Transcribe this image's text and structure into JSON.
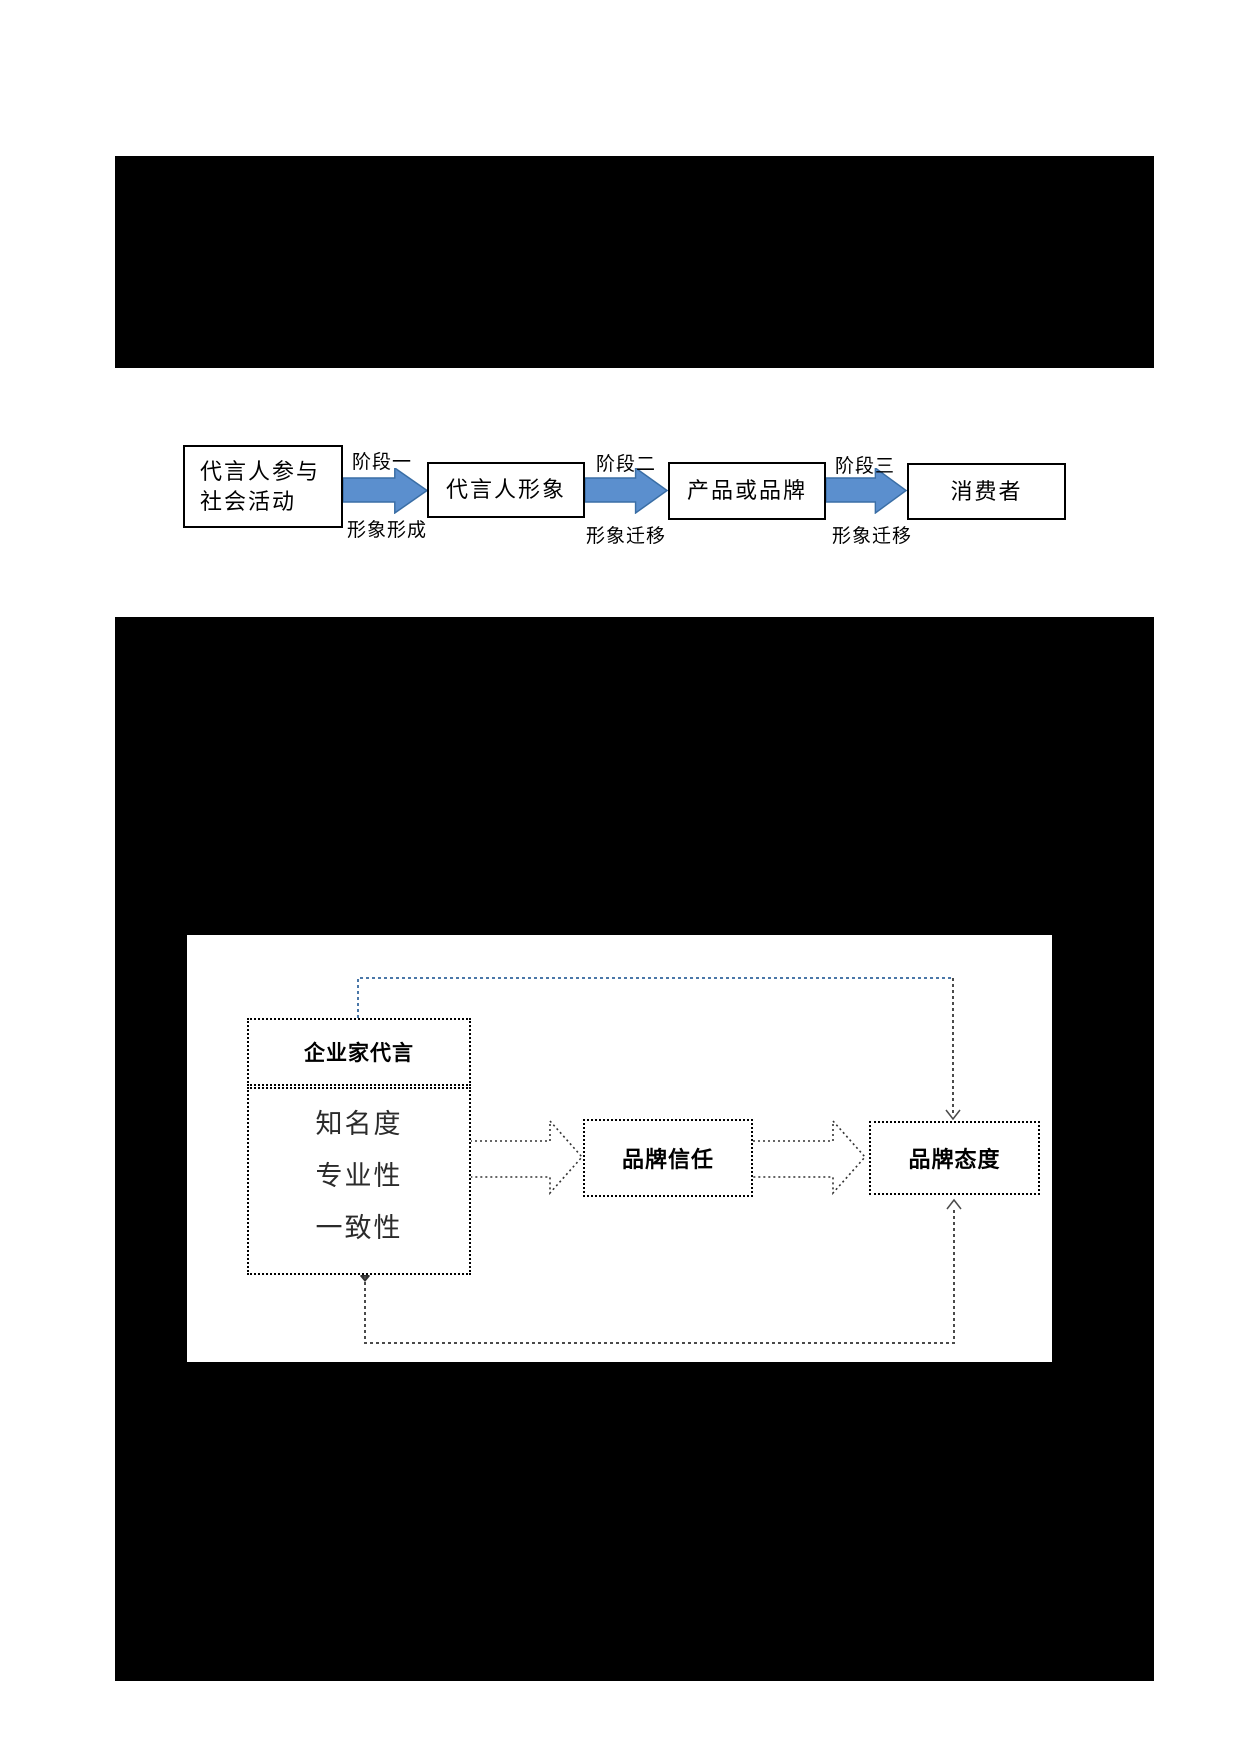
{
  "figure1": {
    "box1_line1": "代言人参与",
    "box1_line2": "社会活动",
    "box2_label": "代言人形象",
    "box3_label": "产品或品牌",
    "box4_label": "消费者",
    "arrow1_top": "阶段一",
    "arrow1_bottom": "形象形成",
    "arrow2_top": "阶段二",
    "arrow2_bottom": "形象迁移",
    "arrow3_top": "阶段三",
    "arrow3_bottom": "形象迁移",
    "arrow_fill": "#5b8fce",
    "arrow_stroke": "#3a6ea5"
  },
  "figure2": {
    "source_box_title": "企业家代言",
    "attributes": [
      "知名度",
      "专业性",
      "一致性"
    ],
    "mediator_label": "品牌信任",
    "outcome_label": "品牌态度",
    "connector_blue": "#4a77a8",
    "connector_dark": "#4a4a4a"
  }
}
